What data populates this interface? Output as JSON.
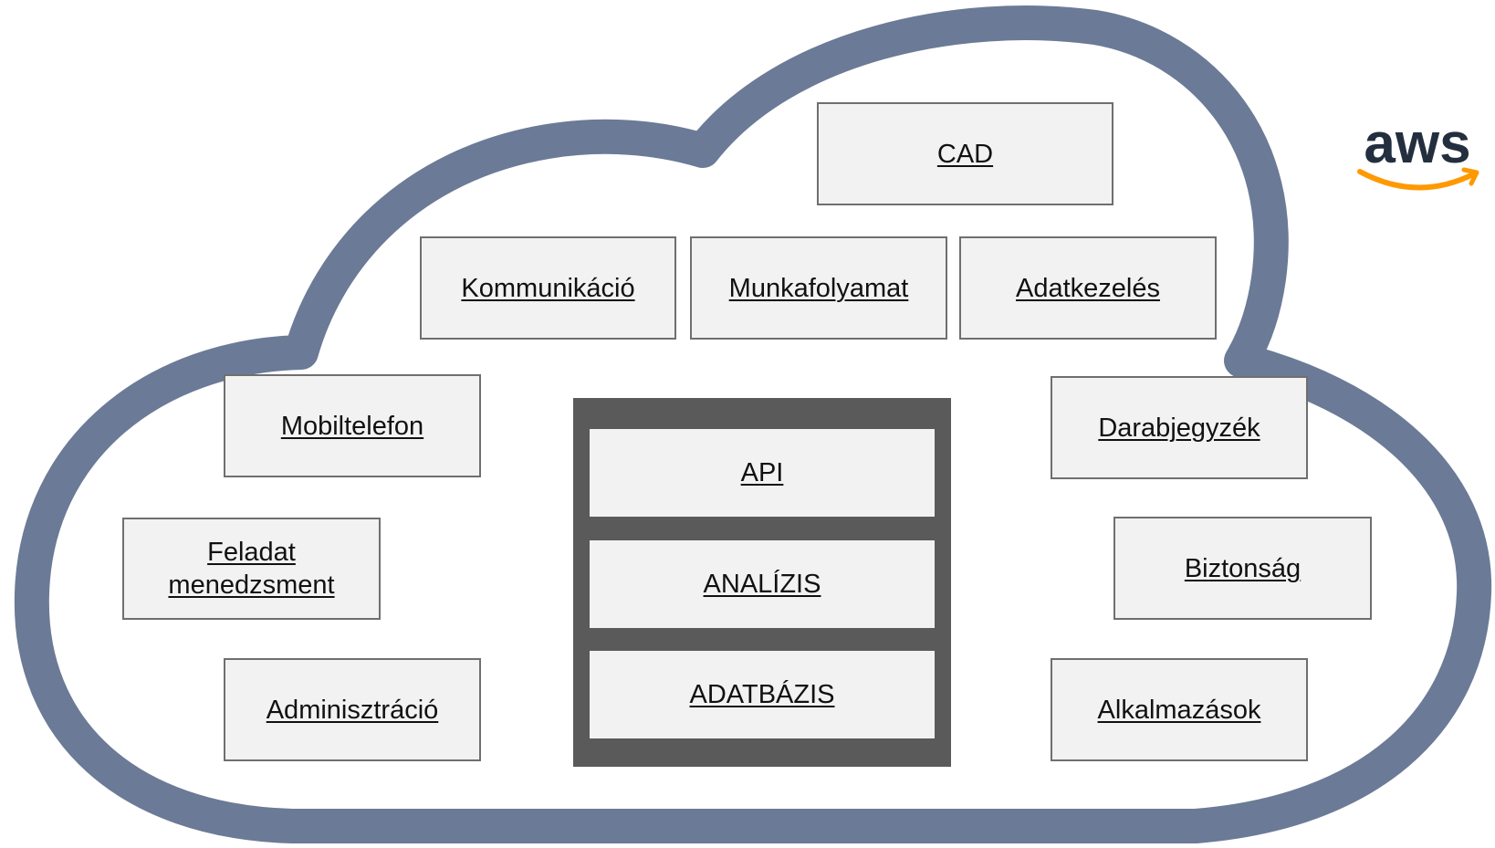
{
  "colors": {
    "cloud_outline": "#6b7a96",
    "box_fill": "#f2f2f2",
    "box_border": "#6f6f6f",
    "stack_fill": "#5a5a5a",
    "aws_text": "#232f3e",
    "aws_smile": "#ff9900"
  },
  "logo": {
    "text": "aws",
    "icon": "aws-logo-icon"
  },
  "modules": {
    "cad": "CAD",
    "kommunikacio": "Kommunikáció",
    "munkafolyamat": "Munkafolyamat",
    "adatkezeles": "Adatkezelés",
    "mobiltelefon": "Mobiltelefon",
    "feladat_line1": "Feladat",
    "feladat_line2": "menedzsment",
    "adminisztracio": "Adminisztráció",
    "darabjegyzek": "Darabjegyzék",
    "biztonsag": "Biztonság",
    "alkalmazasok": "Alkalmazások"
  },
  "core_stack": {
    "layers": [
      "API",
      "ANALÍZIS",
      "ADATBÁZIS"
    ]
  }
}
